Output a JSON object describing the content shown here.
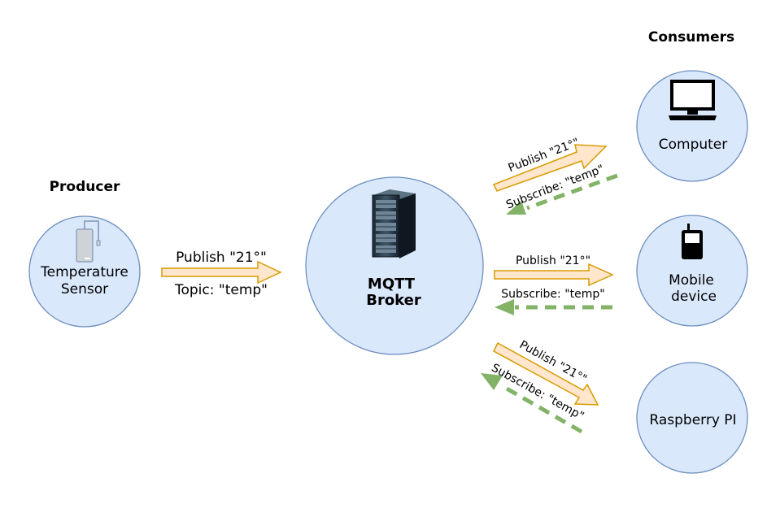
{
  "producer": {
    "title": "Producer",
    "node": {
      "line1": "Temperature",
      "line2": "Sensor",
      "icon": "sensor-icon"
    }
  },
  "broker": {
    "line1": "MQTT",
    "line2": "Broker",
    "icon": "server-rack-icon"
  },
  "producer_edge": {
    "publish_label": "Publish \"21°\"",
    "topic_label": "Topic: \"temp\""
  },
  "consumers": {
    "title": "Consumers",
    "items": [
      {
        "line1": "Computer",
        "line2": "",
        "icon": "computer-icon",
        "publish_label": "Publish \"21°\"",
        "subscribe_label": "Subscribe: \"temp\""
      },
      {
        "line1": "Mobile",
        "line2": "device",
        "icon": "mobile-phone-icon",
        "publish_label": "Publish \"21°\"",
        "subscribe_label": "Subscribe: \"temp\""
      },
      {
        "line1": "Raspberry PI",
        "line2": "",
        "icon": "",
        "publish_label": "Publish \"21°\"",
        "subscribe_label": "Subscribe: \"temp\""
      }
    ]
  },
  "colors": {
    "node_fill": "#dae8fc",
    "node_stroke": "#6c8ebf",
    "publish_fill": "#ffe6cc",
    "publish_stroke": "#d79b00",
    "subscribe": "#82b366"
  }
}
